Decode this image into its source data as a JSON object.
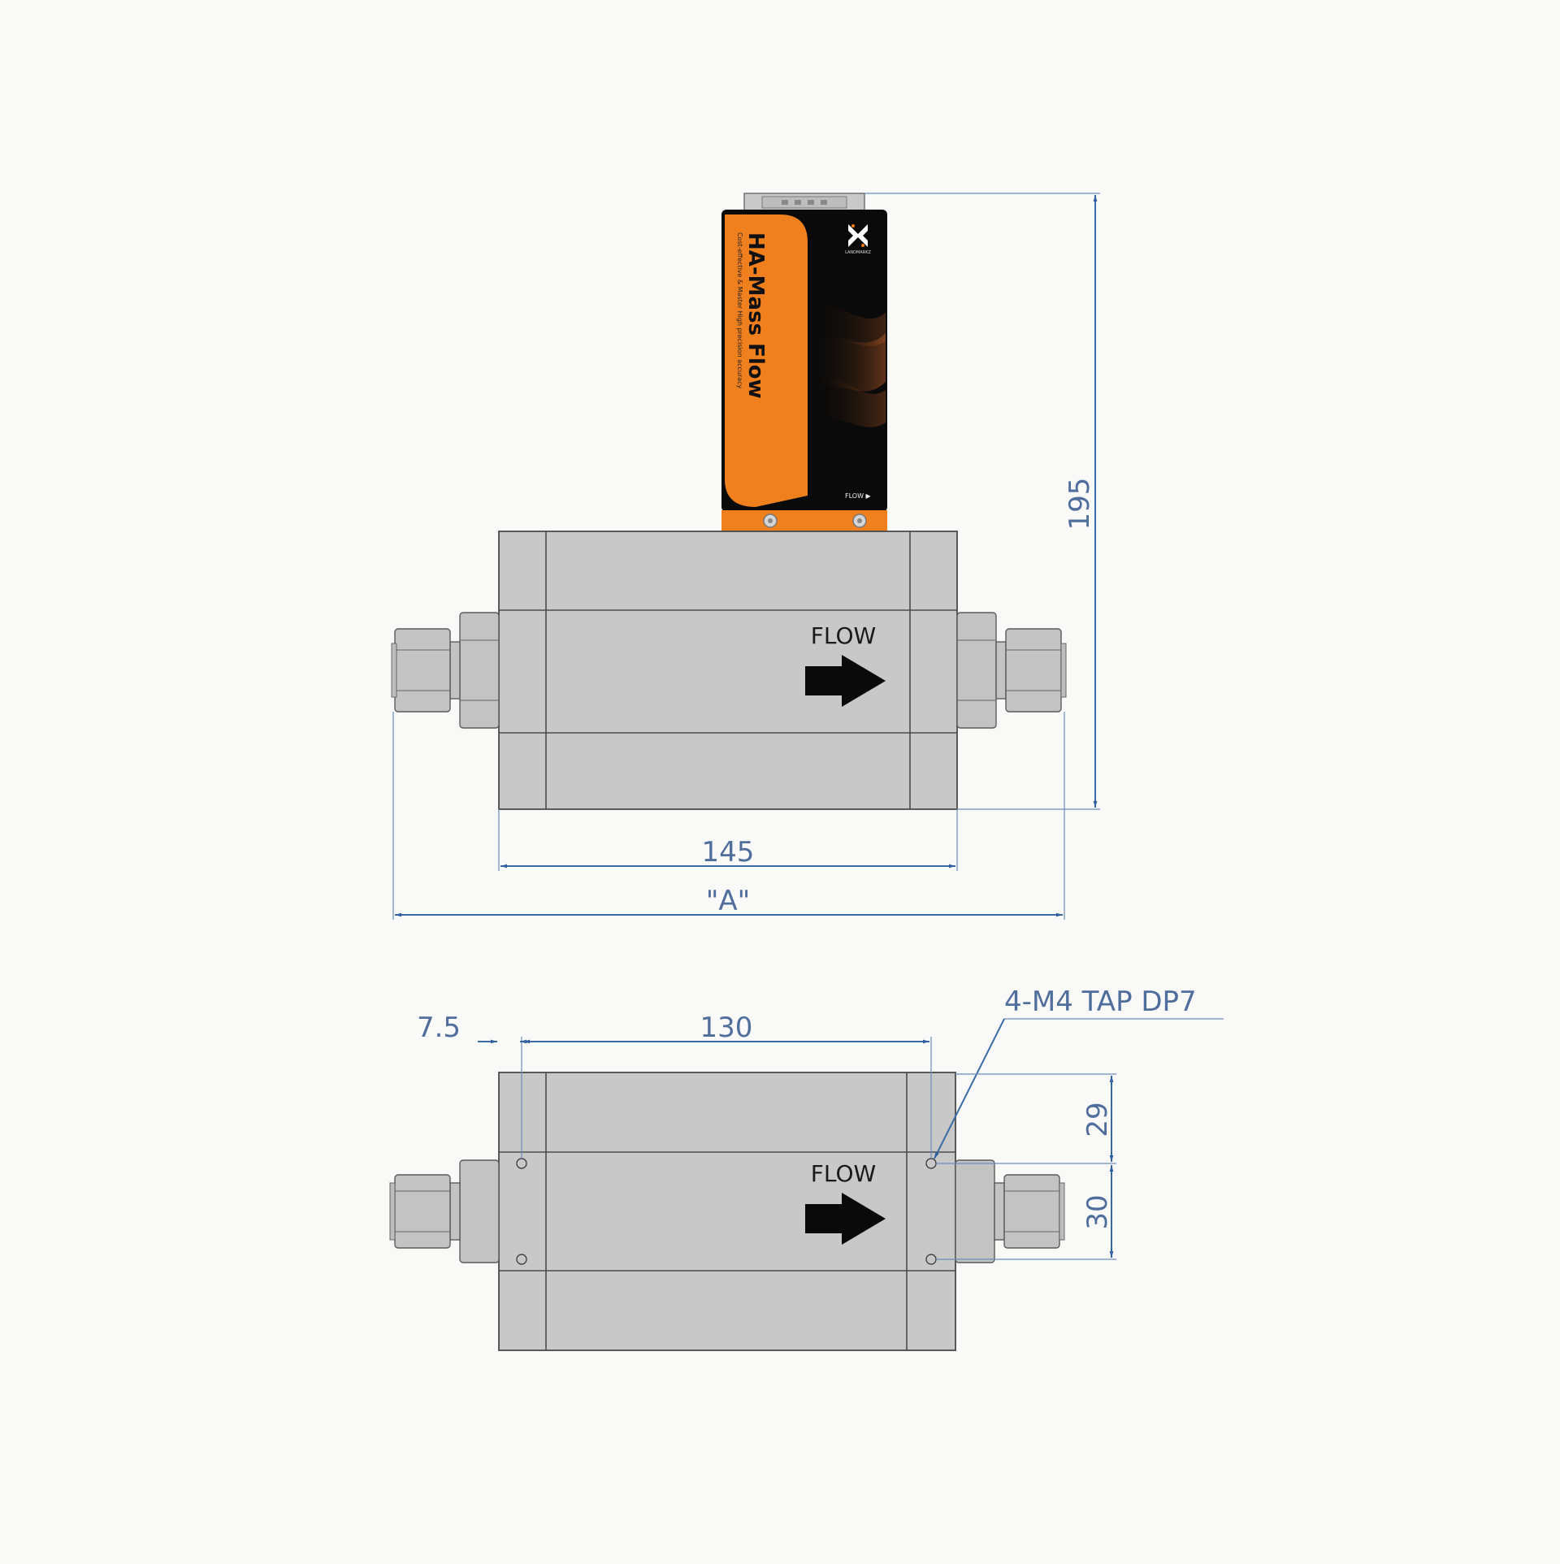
{
  "device": {
    "title": "HA-Mass Flow",
    "subtitle": "Cost-effective & Master High precision accuracy",
    "brand": "LANDMARKZ",
    "flow_badge": "FLOW ▶"
  },
  "front_view": {
    "flow_label": "FLOW",
    "dim_height": "195",
    "dim_body_width": "145",
    "dim_overall": "\"A\""
  },
  "bottom_view": {
    "flow_label": "FLOW",
    "dim_edge_offset": "7.5",
    "dim_hole_spacing": "130",
    "tap_note": "4-M4 TAP DP7",
    "dim_upper": "29",
    "dim_lower": "30"
  },
  "colors": {
    "orange": "#f07f1e",
    "body_gray": "#c8c8c8",
    "dimension_blue": "#3b6aa8",
    "background": "#f9f9f7"
  }
}
